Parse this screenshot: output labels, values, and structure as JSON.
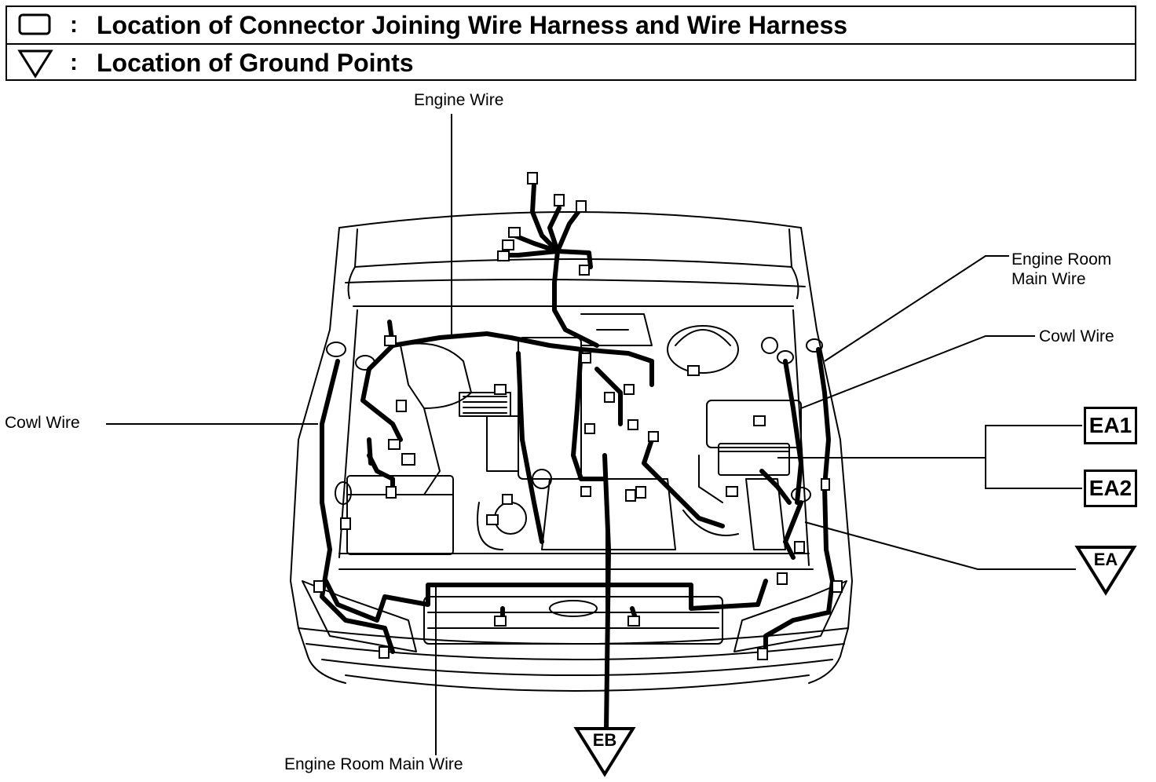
{
  "legend": {
    "connector_symbol": "connector-square-icon",
    "ground_symbol": "ground-triangle-icon",
    "colon": ":",
    "connector_text": "Location of Connector Joining Wire Harness and Wire Harness",
    "ground_text": "Location of Ground Points"
  },
  "labels": {
    "engine_wire": "Engine Wire",
    "engine_room_main_wire_right": "Engine Room\nMain Wire",
    "cowl_wire_right": "Cowl Wire",
    "cowl_wire_left": "Cowl Wire",
    "engine_room_main_wire_bottom": "Engine Room Main Wire"
  },
  "codes": {
    "ea1": "EA1",
    "ea2": "EA2",
    "ea": "EA",
    "eb": "EB"
  }
}
